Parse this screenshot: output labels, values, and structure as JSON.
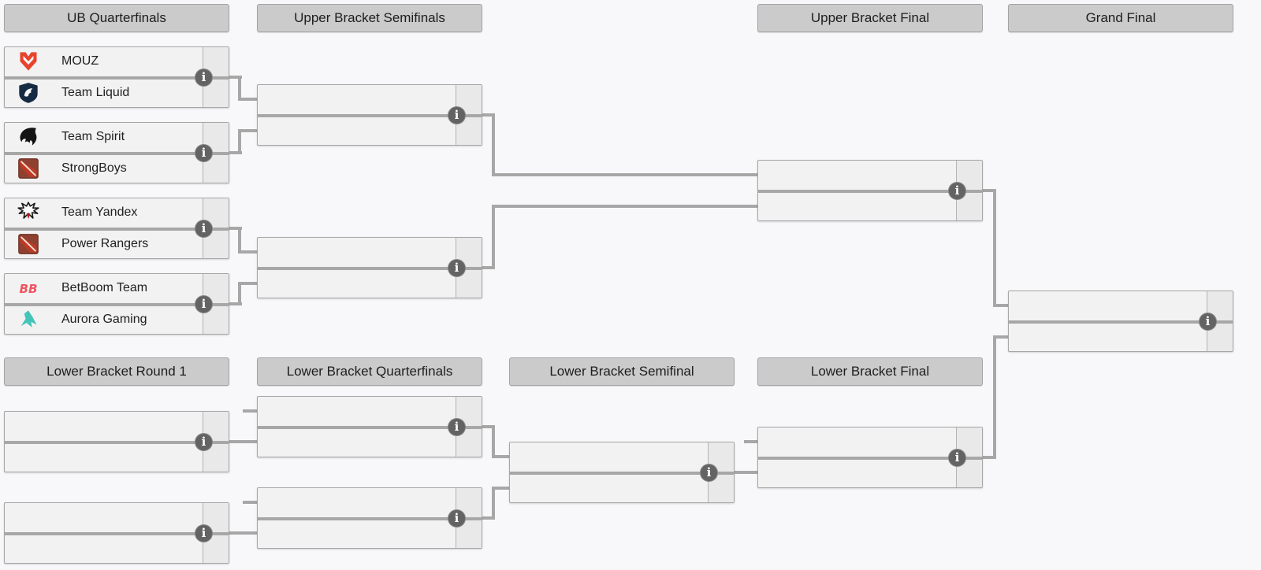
{
  "page": {
    "background": "#f8f8fa"
  },
  "headers": {
    "ub_qf": "UB Quarterfinals",
    "ub_sf": "Upper Bracket Semifinals",
    "ub_final": "Upper Bracket Final",
    "grand_final": "Grand Final",
    "lb_r1": "Lower Bracket Round 1",
    "lb_qf": "Lower Bracket Quarterfinals",
    "lb_sf": "Lower Bracket Semifinal",
    "lb_final": "Lower Bracket Final"
  },
  "icons": {
    "info_glyph": "i",
    "info_bg": "#636363"
  },
  "colors": {
    "header_bg": "#cbcbcb",
    "match_bg": "#f2f2f2",
    "score_bg": "#e9e9e9",
    "connector": "#a7a7a7",
    "border": "#a6a6a6",
    "text": "#202020"
  },
  "teams": {
    "mouz": {
      "name": "MOUZ",
      "logo": "mouz-logo",
      "color": "#e8432c"
    },
    "team_liquid": {
      "name": "Team Liquid",
      "logo": "team-liquid-logo",
      "color": "#152a43"
    },
    "team_spirit": {
      "name": "Team Spirit",
      "logo": "team-spirit-logo",
      "color": "#191919"
    },
    "strongboys": {
      "name": "StrongBoys",
      "logo": "dota2-default-logo",
      "color": "#8f4130"
    },
    "team_yandex": {
      "name": "Team Yandex",
      "logo": "team-yandex-logo",
      "color": "#1a1a1a"
    },
    "power_rangers": {
      "name": "Power Rangers",
      "logo": "dota2-default-logo",
      "color": "#8f4130"
    },
    "betboom": {
      "name": "BetBoom Team",
      "logo": "betboom-logo",
      "logo_text": "BB",
      "color": "#ef5661"
    },
    "aurora": {
      "name": "Aurora Gaming",
      "logo": "aurora-logo",
      "color": "#45c4b8"
    }
  },
  "matches": {
    "ub_qf1": {
      "top": "mouz",
      "bottom": "team_liquid"
    },
    "ub_qf2": {
      "top": "team_spirit",
      "bottom": "strongboys"
    },
    "ub_qf3": {
      "top": "team_yandex",
      "bottom": "power_rangers"
    },
    "ub_qf4": {
      "top": "betboom",
      "bottom": "aurora"
    },
    "ub_sf1": {
      "top": null,
      "bottom": null
    },
    "ub_sf2": {
      "top": null,
      "bottom": null
    },
    "ub_final": {
      "top": null,
      "bottom": null
    },
    "grand_final": {
      "top": null,
      "bottom": null
    },
    "lb_r1_m1": {
      "top": null,
      "bottom": null
    },
    "lb_r1_m2": {
      "top": null,
      "bottom": null
    },
    "lb_qf1": {
      "top": null,
      "bottom": null
    },
    "lb_qf2": {
      "top": null,
      "bottom": null
    },
    "lb_sf": {
      "top": null,
      "bottom": null
    },
    "lb_final": {
      "top": null,
      "bottom": null
    }
  }
}
